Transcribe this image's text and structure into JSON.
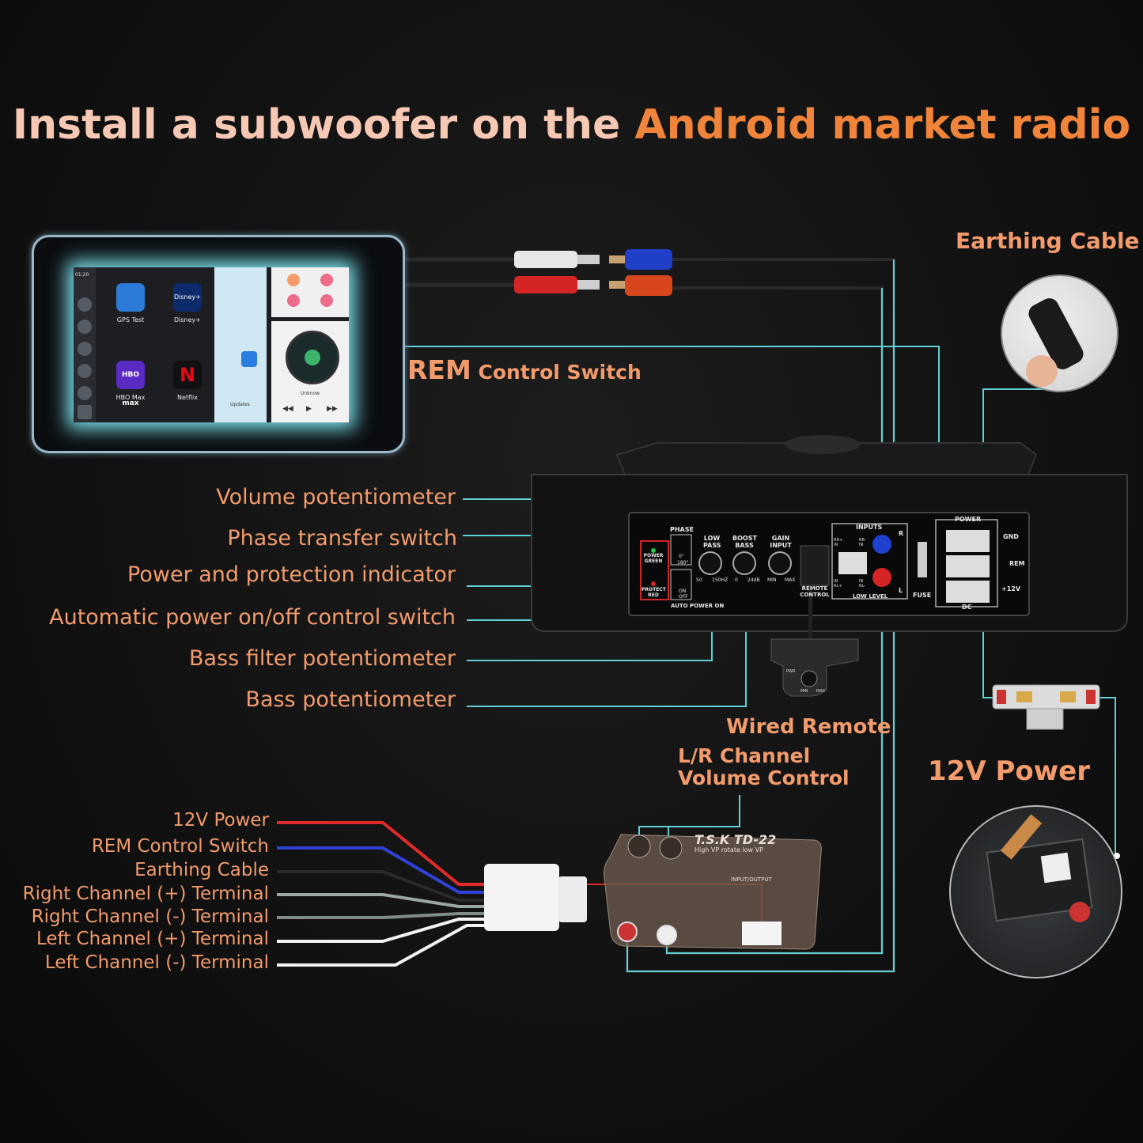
{
  "title": {
    "part1": "Install a subwoofer on the ",
    "part2": "Android market radio"
  },
  "rem_label": {
    "big": "REM",
    "small": " Control Switch"
  },
  "earthing_label": "Earthing Cable",
  "callouts": [
    "Volume potentiometer",
    "Phase transfer switch",
    "Power and protection indicator",
    "Automatic power on/off control switch",
    "Bass filter potentiometer",
    "Bass potentiometer"
  ],
  "wired_remote": "Wired Remote",
  "lr_control": {
    "line1": "L/R Channel",
    "line2": "Volume Control"
  },
  "power_12v": "12V Power",
  "wires": [
    {
      "label": "12V Power",
      "color": "#e02a2a"
    },
    {
      "label": "REM Control Switch",
      "color": "#2f42d8"
    },
    {
      "label": "Earthing Cable",
      "color": "#2a2a2a"
    },
    {
      "label": "Right Channel (+) Terminal",
      "color": "#9aa7a3"
    },
    {
      "label": "Right Channel (-) Terminal",
      "color": "#7f8c88"
    },
    {
      "label": "Left Channel (+) Terminal",
      "color": "#f2f2f2"
    },
    {
      "label": "Left Channel (-) Terminal",
      "color": "#f2f2f2"
    }
  ],
  "tablet": {
    "time": "01:20",
    "apps": [
      "GPS Test",
      "Disney+",
      "HBO Max",
      "Netflix"
    ],
    "hbo_logo": "HBO max",
    "netflix_logo": "N",
    "disney_logo": "Disney+",
    "music": "Unknow",
    "updates": "Updates"
  },
  "panel": {
    "phase": "PHASE",
    "low_pass": "LOW PASS",
    "boost_bass": "BOOST BASS",
    "gain_input": "GAIN INPUT",
    "inputs": "INPUTS",
    "power": "POWER",
    "gnd": "GND",
    "rem": "REM",
    "v12": "+12V",
    "dc": "DC",
    "fuse": "FUSE",
    "remote_control": "REMOTE CONTROL",
    "low_level": "LOW LEVEL",
    "power_green": "POWER GREEN",
    "protect_red": "PROTECT RED",
    "auto_power_on": "AUTO POWER ON",
    "hz50": "50",
    "hz150": "150HZ",
    "db0": "0",
    "db24": "24dB",
    "min": "MIN",
    "max": "MAX",
    "deg0": "0°",
    "deg180": "180°",
    "on": "ON",
    "off": "OFF",
    "r": "R",
    "l": "L",
    "rr_plus": "RR+ IN",
    "rr_minus": "RR- IN",
    "rl_plus": "IN RL+",
    "rl_minus": "IN RL-"
  },
  "remote_unit": {
    "pwr": "PWR",
    "min": "MIN",
    "max": "MAX"
  },
  "converter": {
    "brand": "T.S.K TD-22",
    "sub": "High VP rotate low VP",
    "io": "INPUT/OUTPUT"
  },
  "colors": {
    "accent": "#f0843a",
    "label": "#f29b6c",
    "leader": "#5fd0d6"
  }
}
